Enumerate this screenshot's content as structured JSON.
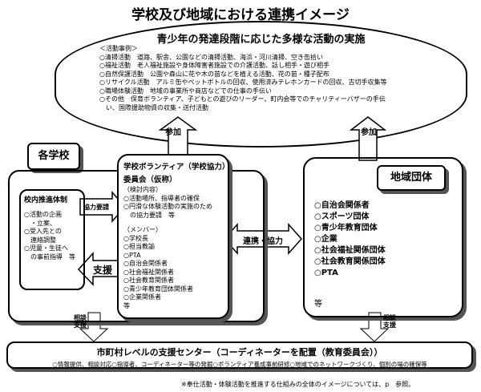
{
  "title": "学校及び地域における連携イメージ",
  "cloud": {
    "heading": "青少年の発達段階に応じた多様な活動の実施",
    "examples_label": "＜活動事例＞",
    "items": [
      "○清掃活動　道路、駅舎、公園などの清掃活動、海浜・河川清掃、空き缶拾い",
      "○福祉活動　老人福祉施設や身体障害者施設での介護活動、話し相手・遊び相手",
      "○自然保護活動　公園や森山に花や木の苗などを植える活動、花の苗・種子配布",
      "○リサイクル活動　アルミ缶やペットボトルの回収、使用済みテレホンカードの回収、古切手収集等",
      "○職場体験活動　地域の事業所や商店などでの仕事の手伝い",
      "○その他　保育ボランティア、子どもとの遊びのリーダー、町内会等でのチャリティーバザーの手伝",
      "　い、国際援助物資の収集・送付活動"
    ]
  },
  "left_arrow_label": "参加",
  "right_arrow_label": "参加",
  "school": {
    "tab": "各学校",
    "committee": "校内推進体制",
    "items": [
      "○活動の企画",
      "　・立案、",
      "○受入先との",
      "　連絡調整",
      "○児童・生徒へ",
      "　の事前指導　等"
    ]
  },
  "cooperation_request": "協力要請",
  "support_label": "支援",
  "volunteer": {
    "title1": "学校ボランティア（学校協力）",
    "title2": "委員会（仮称）",
    "review_label": "（検討内容）",
    "review_items": [
      "○活動場所、指導者の確保",
      "○円滑な体験活動の実施のため",
      "　の協力要請　等"
    ],
    "members_label": "（メンバー）",
    "members": [
      "○学校長",
      "○担当教諭",
      "○PTA",
      "○自治会関係者",
      "○社会福祉関係者",
      "○社会教育関係者",
      "○青少年教育団体関係者",
      "○企業関係者",
      "等"
    ]
  },
  "collab_label": "連携・協力",
  "community": {
    "title": "地域団体",
    "items": [
      "○自治会関係者",
      "○スポーツ団体",
      "○青少年教育団体",
      "○企業",
      "○社会福祉関係団体",
      "○社会教育関係団体",
      "○PTA"
    ],
    "etc": "等"
  },
  "support_left": "相談\n支援",
  "support_right": "相談\n支援",
  "center": {
    "title": "市町村レベルの支援センター（コーディネーターを配置（教育委員会））",
    "desc": "○情報提供、相談対応○指導者、コーディネーター等の発掘○ボランティア養成事前研修○地域でのネットワークづくり、個別の場の確保等"
  },
  "note": "※奉仕活動・体験活動を推進する仕組みの全体のイメージについては、p　参照。"
}
